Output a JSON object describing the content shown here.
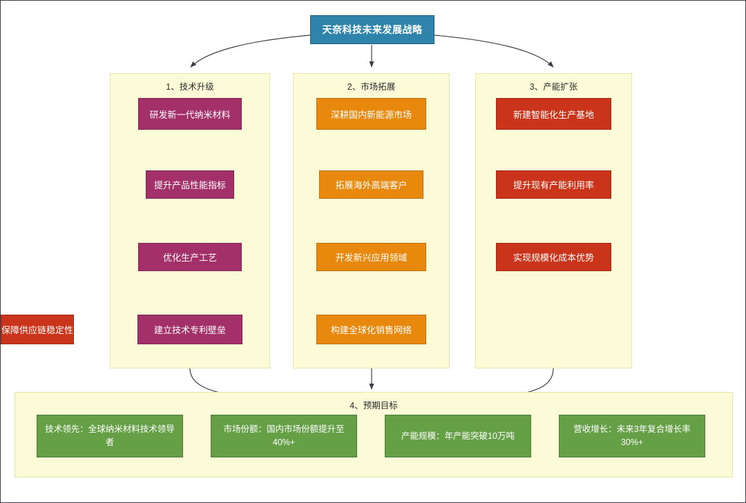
{
  "diagram": {
    "root": {
      "label": "天奈科技未来发展战略"
    },
    "colors": {
      "root": "#2e84aa",
      "group_bg": "#fbfbd8",
      "group_border": "#e6e6a8",
      "tech": "#a4306a",
      "market": "#e8880c",
      "capacity": "#c9341a",
      "goal": "#66a046",
      "arrow": "#3b3f4a",
      "canvas": "#ffffff"
    },
    "groups": [
      {
        "title": "1、技术升级",
        "steps": [
          {
            "label": "研发新一代纳米材料"
          },
          {
            "label": "提升产品性能指标"
          },
          {
            "label": "优化生产工艺"
          },
          {
            "label": "建立技术专利壁垒"
          }
        ]
      },
      {
        "title": "2、市场拓展",
        "steps": [
          {
            "label": "深耕国内新能源市场"
          },
          {
            "label": "拓展海外高端客户"
          },
          {
            "label": "开发新兴应用领域"
          },
          {
            "label": "构建全球化销售网络"
          }
        ]
      },
      {
        "title": "3、产能扩张",
        "steps": [
          {
            "label": "新建智能化生产基地"
          },
          {
            "label": "提升现有产能利用率"
          },
          {
            "label": "实现规模化成本优势"
          },
          {
            "label": "保障供应链稳定性"
          }
        ]
      }
    ],
    "goals_group": {
      "title": "4、预期目标",
      "goals": [
        {
          "label": "技术领先：全球纳米材料技术领导者"
        },
        {
          "label": "市场份额：国内市场份额提升至40%+"
        },
        {
          "label": "产能规模：年产能突破10万吨"
        },
        {
          "label": "营收增长：未来3年复合增长率30%+"
        }
      ]
    }
  }
}
